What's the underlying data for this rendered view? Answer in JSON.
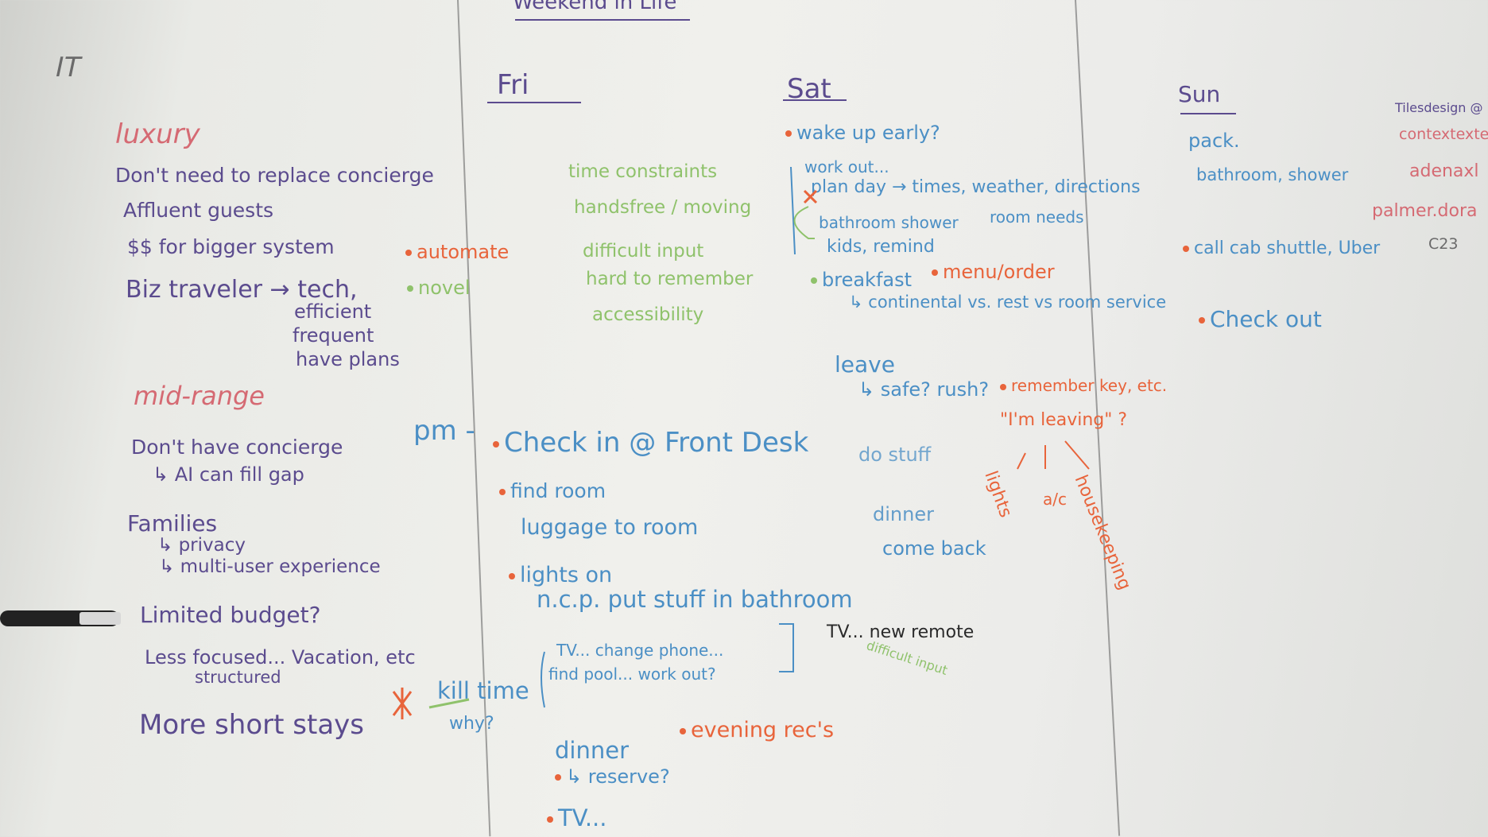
{
  "title": "Weekend in Life",
  "corner_mark": "IT",
  "left_column": {
    "heading_luxury": "luxury",
    "luxury_items": [
      "Don't need to replace concierge",
      "Affluent guests",
      "$$ for bigger system",
      "Biz traveler → tech,",
      "efficient",
      "frequent",
      "have plans"
    ],
    "heading_mid": "mid-range",
    "mid_items": [
      "Don't have concierge",
      "↳ AI can fill gap",
      "Families",
      "↳ privacy",
      "↳ multi-user experience",
      "Limited budget?",
      "Less focused... Vacation, etc",
      "structured",
      "More short stays"
    ]
  },
  "fri_column": {
    "heading": "Fri",
    "legend_automate": "automate",
    "legend_novel": "novel",
    "green_notes": [
      "time constraints",
      "handsfree / moving",
      "difficult input",
      "hard to remember",
      "accessibility"
    ],
    "pm_label": "pm -",
    "checkin": "Check in @ Front Desk",
    "items": [
      "find room",
      "luggage to room",
      "lights on",
      "n.c.p. put stuff in bathroom",
      "TV... change phone...",
      "find pool... work out?",
      "kill time",
      "why?",
      "dinner",
      "↳ reserve?",
      "TV...",
      "evening rec's"
    ],
    "tv_remote": "TV... new remote",
    "difficult_input": "difficult input"
  },
  "sat_column": {
    "heading": "Sat",
    "items": [
      "wake up early?",
      "work out...",
      "plan day → times, weather, directions",
      "bathroom shower",
      "room needs",
      "kids, remind",
      "breakfast",
      "menu/order",
      "↳ continental vs. rest vs room service",
      "leave",
      "↳ safe? rush?",
      "remember key, etc.",
      "\"I'm leaving\" ?",
      "lights",
      "a/c",
      "housekeeping",
      "do stuff",
      "dinner",
      "come back"
    ]
  },
  "sun_column": {
    "heading": "Sun",
    "items": [
      "pack.",
      "bathroom, shower",
      "call cab shuttle, Uber",
      "Check out"
    ]
  },
  "right_edge": {
    "items": [
      "Tilesdesign @",
      "contextexte",
      "adenaxl",
      "palmer.dora",
      "C23"
    ]
  },
  "colors": {
    "purple": "#5b4b8e",
    "green": "#8fc26b",
    "blue": "#4b8fc5",
    "orange": "#e8643b",
    "pink": "#d56a73"
  }
}
